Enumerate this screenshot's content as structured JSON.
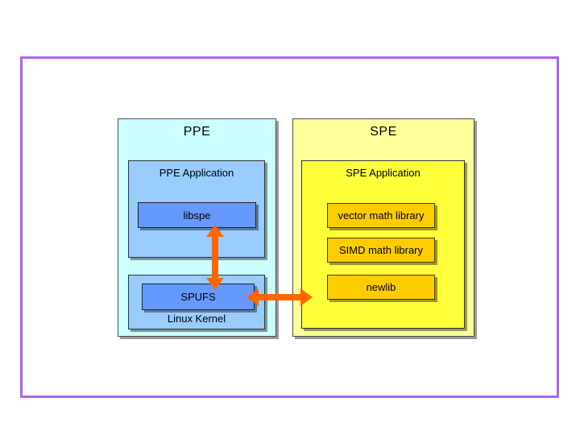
{
  "slide": {
    "background": "#FFFFFF",
    "frame_color": "#A865F0"
  },
  "ppe": {
    "title": "PPE",
    "application": {
      "title": "PPE Application",
      "libspe_label": "libspe"
    },
    "kernel": {
      "title": "Linux Kernel",
      "spufs_label": "SPUFS"
    }
  },
  "spe": {
    "title": "SPE",
    "application": {
      "title": "SPE Application",
      "libraries": [
        "vector math library",
        "SIMD math library",
        "newlib"
      ]
    }
  },
  "connections": [
    {
      "from": "libspe",
      "to": "SPUFS",
      "type": "double-arrow",
      "orientation": "vertical"
    },
    {
      "from": "SPUFS",
      "to": "SPE",
      "type": "double-arrow",
      "orientation": "horizontal"
    }
  ],
  "colors": {
    "ppe_fill": "#CCFFFF",
    "ppe_inner_fill": "#99CCFF",
    "ppe_box_fill": "#6699FF",
    "spe_fill": "#FFFF99",
    "spe_inner_fill": "#FFFF3A",
    "spe_box_fill": "#FFCC00",
    "arrow": "#FF6600",
    "frame": "#A865F0"
  }
}
